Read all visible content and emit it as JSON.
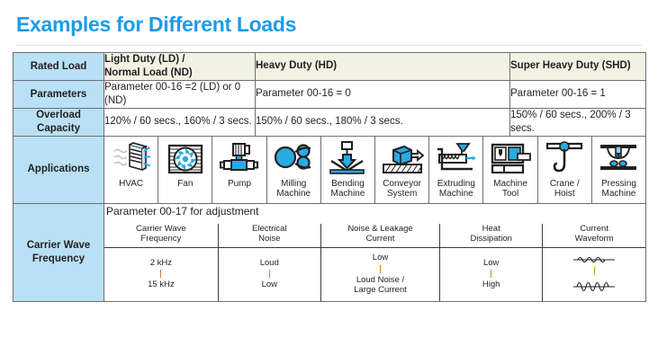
{
  "page": {
    "title": "Examples for Different Loads",
    "title_color": "#1b9ce8",
    "header_cell_bg": "#f2f2e4",
    "row_head_bg": "#b9e0f5"
  },
  "table": {
    "rows": {
      "rated_load": {
        "head": "Rated Load",
        "columns": [
          "Light Duty (LD) /\nNormal Load (ND)",
          "Heavy Duty (HD)",
          "Super Heavy Duty (SHD)"
        ]
      },
      "parameters": {
        "head": "Parameters",
        "values": [
          "Parameter 00-16 =2 (LD) or 0 (ND)",
          "Parameter 00-16 = 0",
          "Parameter 00-16 = 1"
        ]
      },
      "overload_capacity": {
        "head": "Overload Capacity",
        "values": [
          "120% / 60 secs., 160% / 3 secs.",
          "150% / 60 secs., 180% / 3 secs.",
          "150% / 60 secs., 200% / 3 secs."
        ]
      },
      "applications": {
        "head": "Applications",
        "items": [
          {
            "label": "HVAC",
            "icon": "hvac-icon"
          },
          {
            "label": "Fan",
            "icon": "fan-icon"
          },
          {
            "label": "Pump",
            "icon": "pump-icon"
          },
          {
            "label": "Milling\nMachine",
            "icon": "milling-machine-icon"
          },
          {
            "label": "Bending\nMachine",
            "icon": "bending-machine-icon"
          },
          {
            "label": "Conveyor\nSystem",
            "icon": "conveyor-system-icon"
          },
          {
            "label": "Extruding\nMachine",
            "icon": "extruding-machine-icon"
          },
          {
            "label": "Machine\nTool",
            "icon": "machine-tool-icon"
          },
          {
            "label": "Crane /\nHoist",
            "icon": "crane-hoist-icon"
          },
          {
            "label": "Pressing\nMachine",
            "icon": "pressing-machine-icon"
          }
        ]
      },
      "carrier_wave": {
        "head": "Carrier Wave Frequency",
        "note": "Parameter 00-17 for adjustment",
        "sub_table": {
          "headers": [
            "Carrier Wave\nFrequency",
            "Electrical\nNoise",
            "Noise & Leakage\nCurrent",
            "Heat\nDissipation",
            "Current\nWaveform"
          ],
          "cells": [
            {
              "top": "2 kHz",
              "bottom": "15 kHz",
              "type": "text"
            },
            {
              "top": "Loud",
              "bottom": "Low",
              "type": "text"
            },
            {
              "top": "Low",
              "bottom": "Loud Noise /\nLarge Current",
              "type": "text"
            },
            {
              "top": "Low",
              "bottom": "High",
              "type": "text"
            },
            {
              "top": "smooth-sine-wave-icon",
              "bottom": "distorted-sine-wave-icon",
              "type": "waveform"
            }
          ]
        }
      }
    }
  }
}
